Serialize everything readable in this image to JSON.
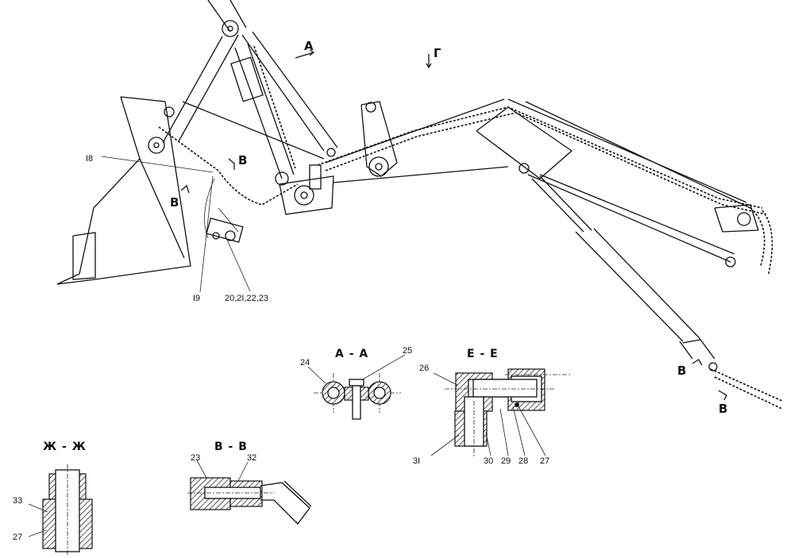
{
  "main_view": {
    "view_a": "А",
    "view_g": "Г",
    "section_v_left": "В",
    "section_v_right": "В",
    "section_v_lower_left": "В",
    "section_v_lower_right": "В",
    "callouts": [
      "I8",
      "I9",
      "20,2I,22,23"
    ]
  },
  "section_aa": {
    "title": "А - А",
    "callouts": [
      "24",
      "25"
    ]
  },
  "section_ee": {
    "title": "Е - Е",
    "callouts": [
      "26",
      "3I",
      "30",
      "29",
      "28",
      "27"
    ]
  },
  "section_zhzh": {
    "title": "Ж - Ж",
    "callouts": [
      "33",
      "27"
    ]
  },
  "section_vv": {
    "title": "В - В",
    "callouts": [
      "23",
      "32"
    ]
  }
}
